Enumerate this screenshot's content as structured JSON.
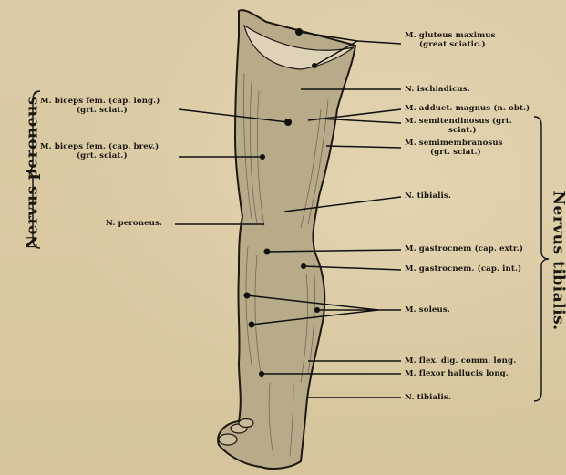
{
  "figure": {
    "group_left": "Nervus peroneus.",
    "group_right": "Nervus tibialis.",
    "labels": {
      "gluteus_1": "M. gluteus maximus",
      "gluteus_2": "(great sciatic.)",
      "ischiadicus": "N. ischiadicus.",
      "adductor": "M. adduct. magnus (n. obt.)",
      "semitend_1": "M. semitendinosus (grt.",
      "semitend_2": "sciat.)",
      "semimemb_1": "M. semimembranosus",
      "semimemb_2": "(grt. sciat.)",
      "tibialis_1": "N. tibialis.",
      "gastro_ext": "M. gastrocnem (cap. extr.)",
      "gastro_int": "M. gastrocnem. (cap. int.)",
      "soleus": "M. soleus.",
      "flex_dig": "M. flex. dig. comm. long.",
      "flex_hall": "M. flexor hallucis long.",
      "tibialis_2": "N. tibialis.",
      "biceps_long_1": "M. biceps fem. (cap. long.)",
      "biceps_long_2": "(grt. sciat.)",
      "biceps_brev_1": "M. biceps fem. (cap. brev.)",
      "biceps_brev_2": "(grt. sciat.)",
      "peroneus": "N. peroneus."
    }
  }
}
